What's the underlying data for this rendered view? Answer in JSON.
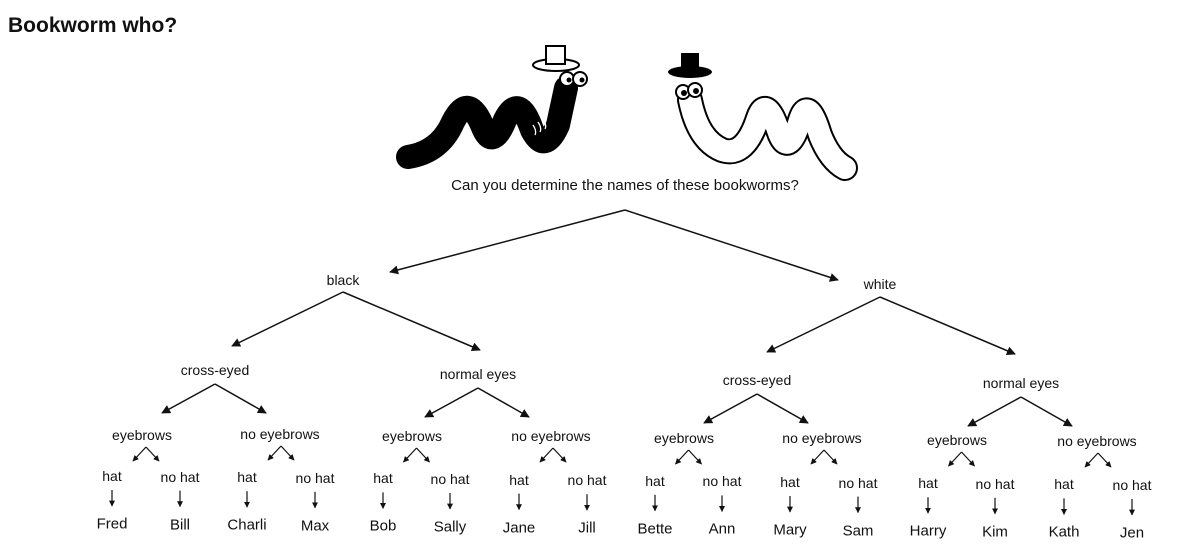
{
  "title": "Bookworm who?",
  "question": "Can you determine the names of these bookworms?",
  "illustrations": {
    "left_worm": {
      "icon": "black-worm-with-white-hat-icon",
      "color": "#000000"
    },
    "right_worm": {
      "icon": "white-worm-with-black-hat-icon",
      "color": "#ffffff"
    }
  },
  "tree": {
    "colors": [
      "black",
      "white"
    ],
    "eyes": [
      "cross-eyed",
      "normal eyes",
      "cross-eyed",
      "normal eyes"
    ],
    "brows": [
      "eyebrows",
      "no eyebrows",
      "eyebrows",
      "no eyebrows",
      "eyebrows",
      "no eyebrows",
      "eyebrows",
      "no eyebrows"
    ],
    "hats": [
      "hat",
      "no hat",
      "hat",
      "no hat",
      "hat",
      "no hat",
      "hat",
      "no hat",
      "hat",
      "no hat",
      "hat",
      "no hat",
      "hat",
      "no hat",
      "hat",
      "no hat"
    ],
    "names": [
      "Fred",
      "Bill",
      "Charli",
      "Max",
      "Bob",
      "Sally",
      "Jane",
      "Jill",
      "Bette",
      "Ann",
      "Mary",
      "Sam",
      "Harry",
      "Kim",
      "Kath",
      "Jen"
    ]
  }
}
